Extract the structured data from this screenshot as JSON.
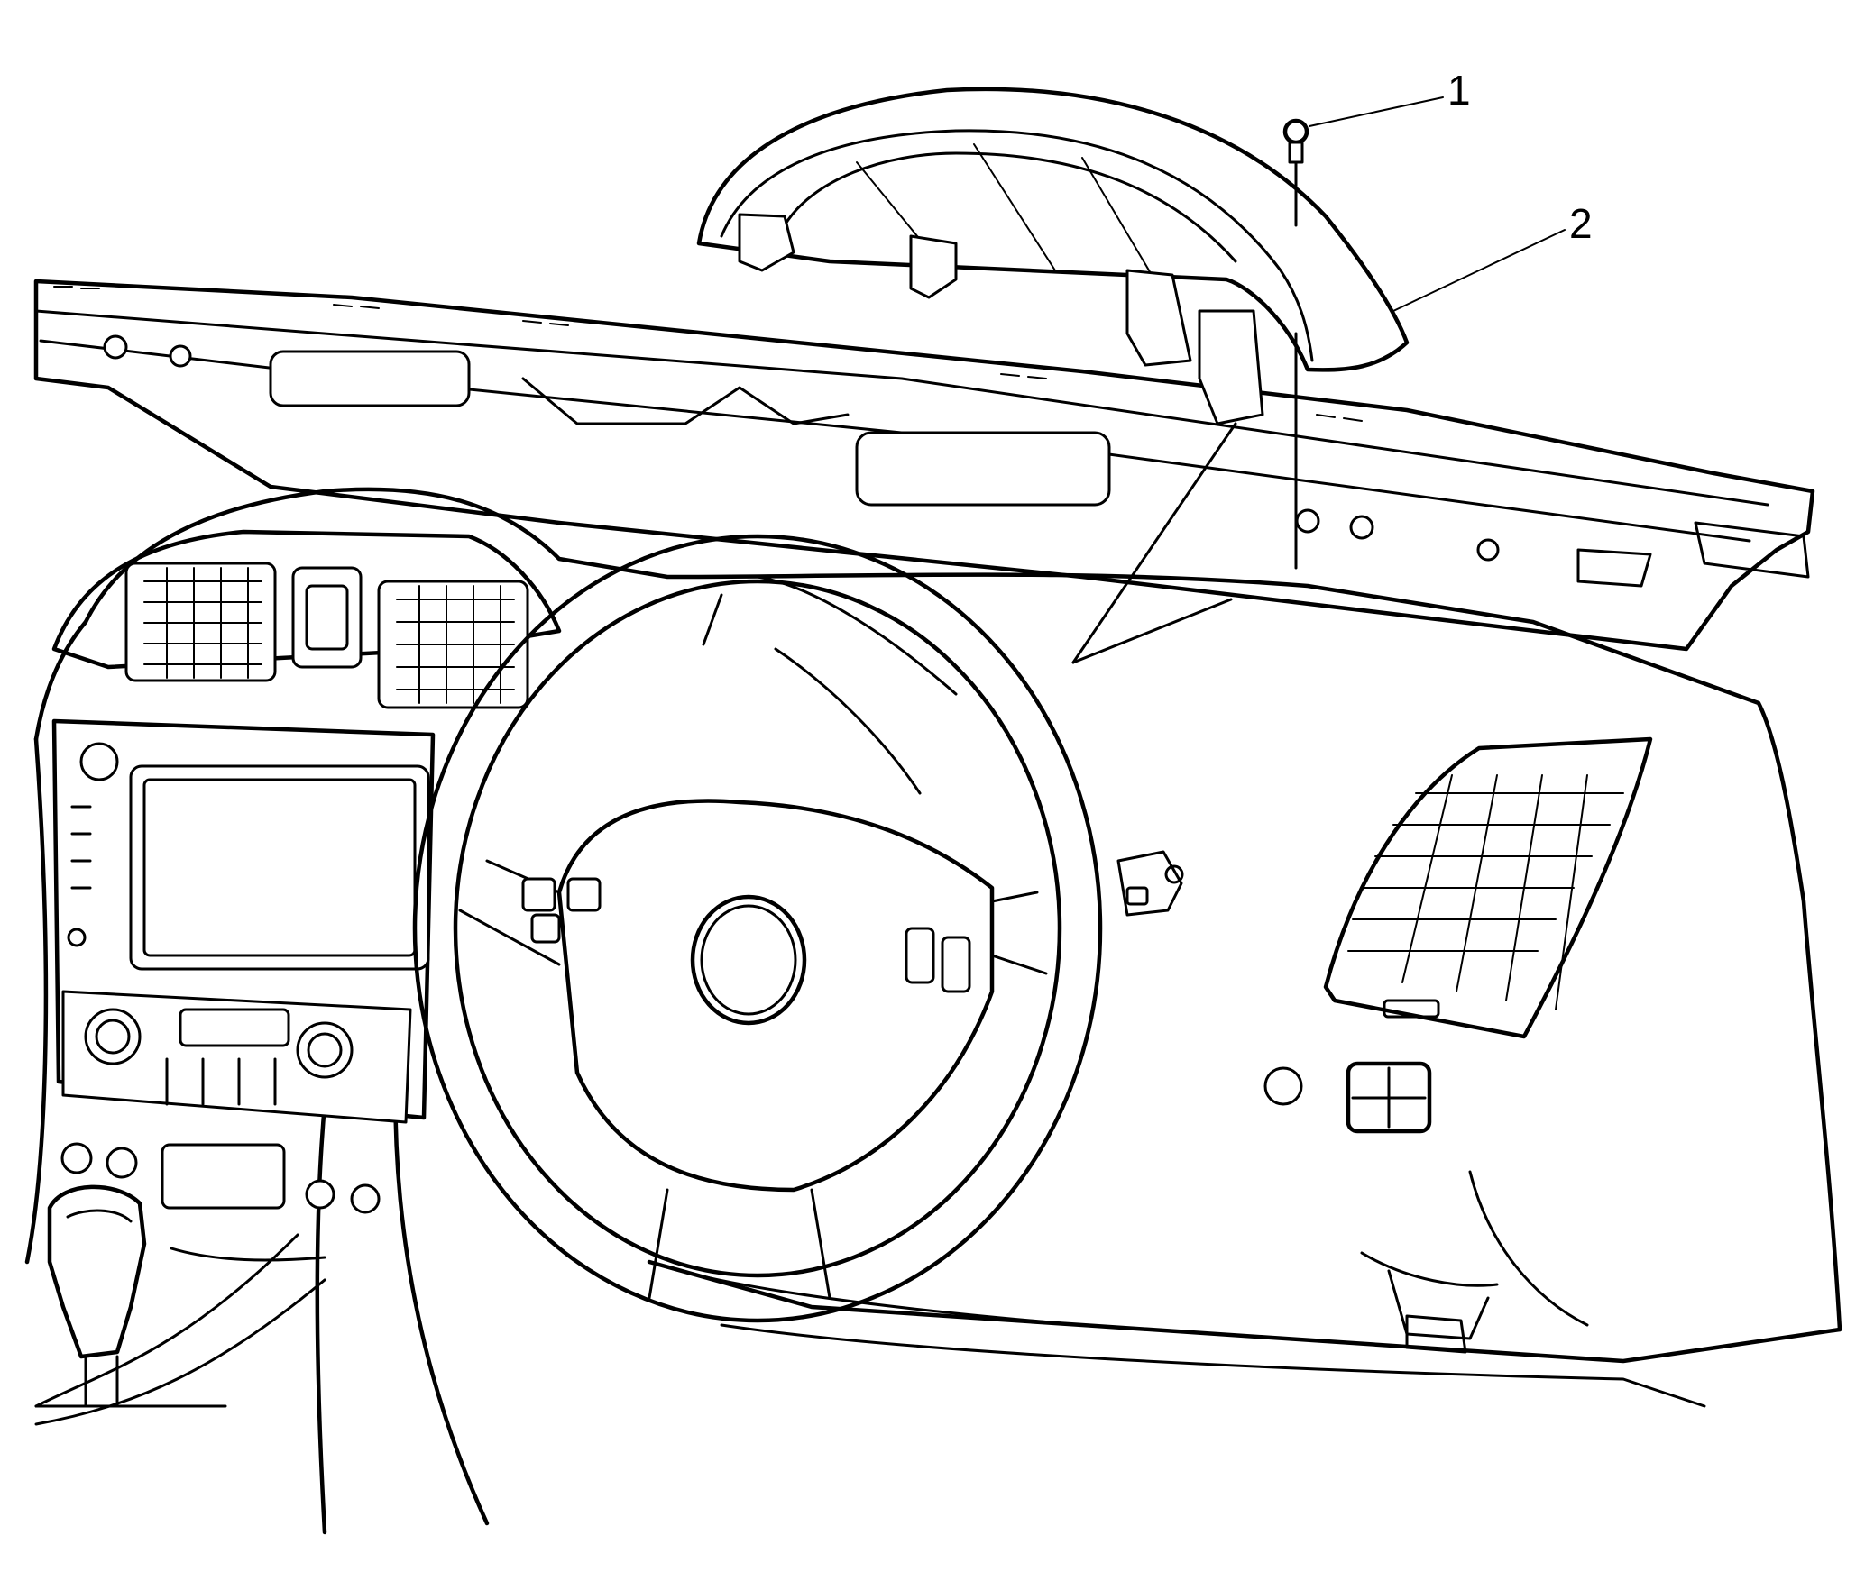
{
  "callouts": [
    {
      "number": "1",
      "part": "fastener-screw"
    },
    {
      "number": "2",
      "part": "instrument-panel-cluster-trim-hood"
    }
  ],
  "colors": {
    "background": "#ffffff",
    "line": "#000000"
  }
}
